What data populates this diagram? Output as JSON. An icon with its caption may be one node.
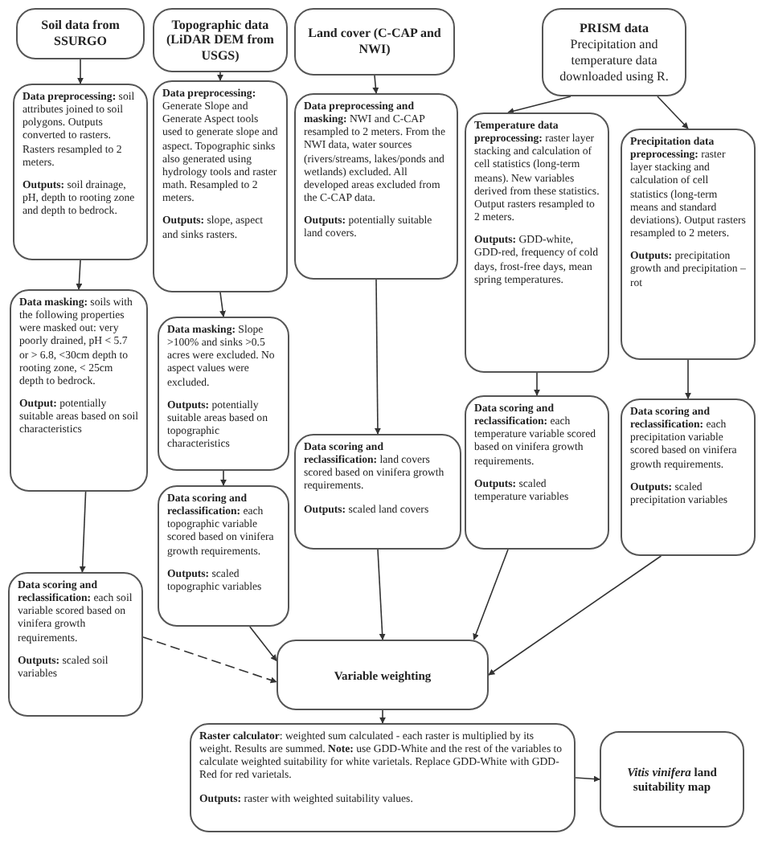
{
  "diagram": {
    "nodes": [
      {
        "text": [
          "Soil data from SSURGO"
        ]
      },
      {
        "text": [
          "Topographic data (LiDAR DEM from USGS)"
        ]
      },
      {
        "text": [
          "Land cover (C-CAP and NWI)"
        ]
      },
      {
        "text": [
          "PRISM data",
          "Precipitation and temperature data downloaded using R."
        ]
      },
      {
        "text": [
          "**Data preprocessing:** soil attributes joined to soil polygons. Outputs converted to rasters. Rasters resampled to 2 meters.",
          "**Outputs:** soil drainage, pH, depth to rooting zone and depth to bedrock."
        ]
      },
      {
        "text": [
          "**Data preprocessing:** Generate Slope and Generate Aspect tools used to generate slope and aspect. Topographic sinks also generated using hydrology tools and raster math. Resampled to 2 meters.",
          "**Outputs:** slope, aspect and sinks rasters."
        ]
      },
      {
        "text": [
          "**Data preprocessing and masking:** NWI and C-CAP resampled to 2 meters. From the NWI data, water sources (rivers/streams, lakes/ponds and wetlands) excluded. All developed areas excluded from the C-CAP data.",
          "**Outputs:** potentially suitable land covers."
        ]
      },
      {
        "text": [
          "**Temperature data preprocessing:** raster layer stacking and calculation of cell statistics (long-term means). New variables derived from these statistics. Output rasters resampled to 2 meters.",
          "**Outputs:** GDD-white, GDD-red, frequency of cold days, frost-free days, mean spring temperatures."
        ]
      },
      {
        "text": [
          "**Precipitation data preprocessing:** raster layer stacking and calculation of cell statistics (long-term means and standard deviations). Output rasters resampled to 2 meters.",
          "**Outputs:** precipitation growth and precipitation – rot"
        ]
      },
      {
        "text": [
          "**Data masking:** soils with the following properties were masked out: very poorly drained, pH < 5.7 or > 6.8, <30cm depth to rooting zone, < 25cm depth to bedrock.",
          "**Output:** potentially suitable areas based on soil characteristics"
        ]
      },
      {
        "text": [
          "**Data masking:** Slope >100% and sinks >0.5 acres were excluded. No aspect values were excluded.",
          "**Outputs:** potentially suitable areas based on topographic characteristics"
        ]
      },
      {
        "text": [
          "**Data scoring and reclassification:** land covers scored based on vinifera growth requirements.",
          "**Outputs:** scaled land covers"
        ]
      },
      {
        "text": [
          "**Data scoring and reclassification:** each temperature variable scored based on vinifera growth requirements.",
          "**Outputs:** scaled temperature variables"
        ]
      },
      {
        "text": [
          "**Data scoring and reclassification:** each precipitation variable scored based on vinifera growth requirements.",
          "**Outputs:** scaled precipitation variables"
        ]
      },
      {
        "text": [
          "**Data scoring and reclassification:** each topographic variable scored based on vinifera growth requirements.",
          "**Outputs:** scaled topographic variables"
        ]
      },
      {
        "text": [
          "**Data scoring and reclassification:** each soil variable scored based on vinifera growth requirements.",
          "**Outputs:** scaled soil variables"
        ]
      },
      {
        "text": [
          "Variable weighting"
        ]
      },
      {
        "text": [
          "**Raster calculator**: weighted sum calculated - each raster is multiplied by its weight. Results are summed. **Note:** use GDD-White and the rest of the variables to calculate weighted suitability for white varietals. Replace GDD-White with GDD-Red for red varietals.",
          "**Outputs:** raster with weighted suitability values."
        ]
      },
      {
        "text": [
          "*Vitis vinifera* land suitability map"
        ]
      }
    ],
    "edges": [
      {
        "from": 0,
        "to": 4,
        "arrow": "to"
      },
      {
        "from": 4,
        "to": 9,
        "arrow": "to"
      },
      {
        "from": 9,
        "to": 15,
        "arrow": "to"
      },
      {
        "from": 1,
        "to": 5,
        "arrow": "to"
      },
      {
        "from": 5,
        "to": 10,
        "arrow": "to"
      },
      {
        "from": 10,
        "to": 14,
        "arrow": "to"
      },
      {
        "from": 2,
        "to": 6,
        "arrow": "to"
      },
      {
        "from": 6,
        "to": 11,
        "arrow": "to"
      },
      {
        "from": 3,
        "to": 7,
        "arrow": "to"
      },
      {
        "from": 3,
        "to": 8,
        "arrow": "to"
      },
      {
        "from": 7,
        "to": 12,
        "arrow": "to"
      },
      {
        "from": 8,
        "to": 13,
        "arrow": "to"
      },
      {
        "from": 14,
        "to": 16,
        "arrow": "to"
      },
      {
        "from": 15,
        "to": 16,
        "arrow": "to",
        "style": "dashed"
      },
      {
        "from": 11,
        "to": 16,
        "arrow": "to"
      },
      {
        "from": 12,
        "to": 16,
        "arrow": "to"
      },
      {
        "from": 13,
        "to": 16,
        "arrow": "to"
      },
      {
        "from": 16,
        "to": 17,
        "arrow": "to"
      },
      {
        "from": 17,
        "to": 18,
        "arrow": "to"
      }
    ]
  }
}
